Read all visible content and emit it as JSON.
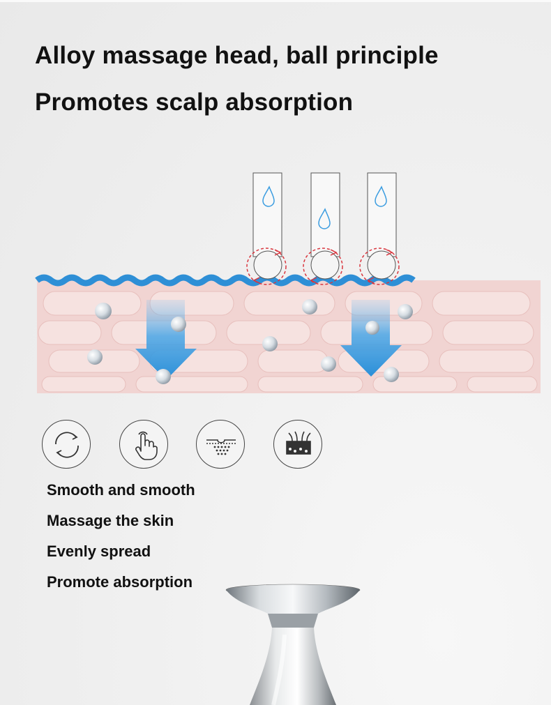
{
  "headline": {
    "line1": "Alloy massage head, ball principle",
    "line2": "Promotes scalp absorption"
  },
  "icons": [
    "rotate-arrows-icon",
    "touch-hand-icon",
    "skin-absorb-icon",
    "hair-follicle-icon"
  ],
  "features": [
    "Smooth and smooth",
    "Massage the skin",
    "Evenly spread",
    "Promote absorption"
  ],
  "colors": {
    "skin": "#f1d4d2",
    "cell": "#f6e2e0",
    "wave": "#2e8fd6",
    "arrow": "#3a9ce0",
    "rotation": "#d9363e"
  }
}
